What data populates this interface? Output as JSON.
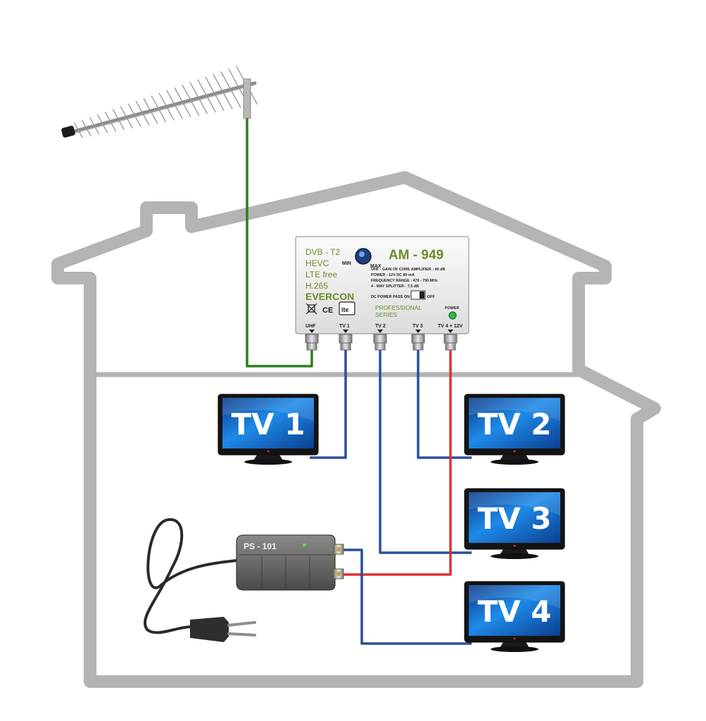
{
  "colors": {
    "house": "#b4b4b4",
    "antenna_cable": "#2e7d1e",
    "coax_blue": "#2a4f9c",
    "power_red": "#e03030",
    "brand_green": "#6a8e2a",
    "tv_screen": "#1a7fd6"
  },
  "amplifier": {
    "features": [
      "DVB - T2",
      "HEVC",
      "LTE free",
      "H.265"
    ],
    "brand": "EVERCON",
    "model": "AM - 949",
    "knob_min": "MIN",
    "knob_max": "MAX",
    "specs": [
      "UHF - GAIN OF CORE AMPLIFIER : 40 dB",
      "POWER - 12V DC 80 mA",
      "FREQUENCY RANGE : 470 - 790 MHz",
      "4 - WAY SPLITTER - 7,5 dB"
    ],
    "dc_pass_label": "DC POWER PASS",
    "dc_on": "ON",
    "dc_off": "OFF",
    "series": [
      "PROFESSIONAL",
      "SERIES"
    ],
    "power_label": "POWER",
    "ce_mark": "CE",
    "lte_badge": "lte",
    "ports": [
      "UHF",
      "TV 1",
      "TV 2",
      "TV 3",
      "TV 4 + 12V"
    ]
  },
  "tvs": [
    "TV 1",
    "TV 2",
    "TV 3",
    "TV 4"
  ],
  "power_supply": {
    "label": "PS - 101"
  }
}
